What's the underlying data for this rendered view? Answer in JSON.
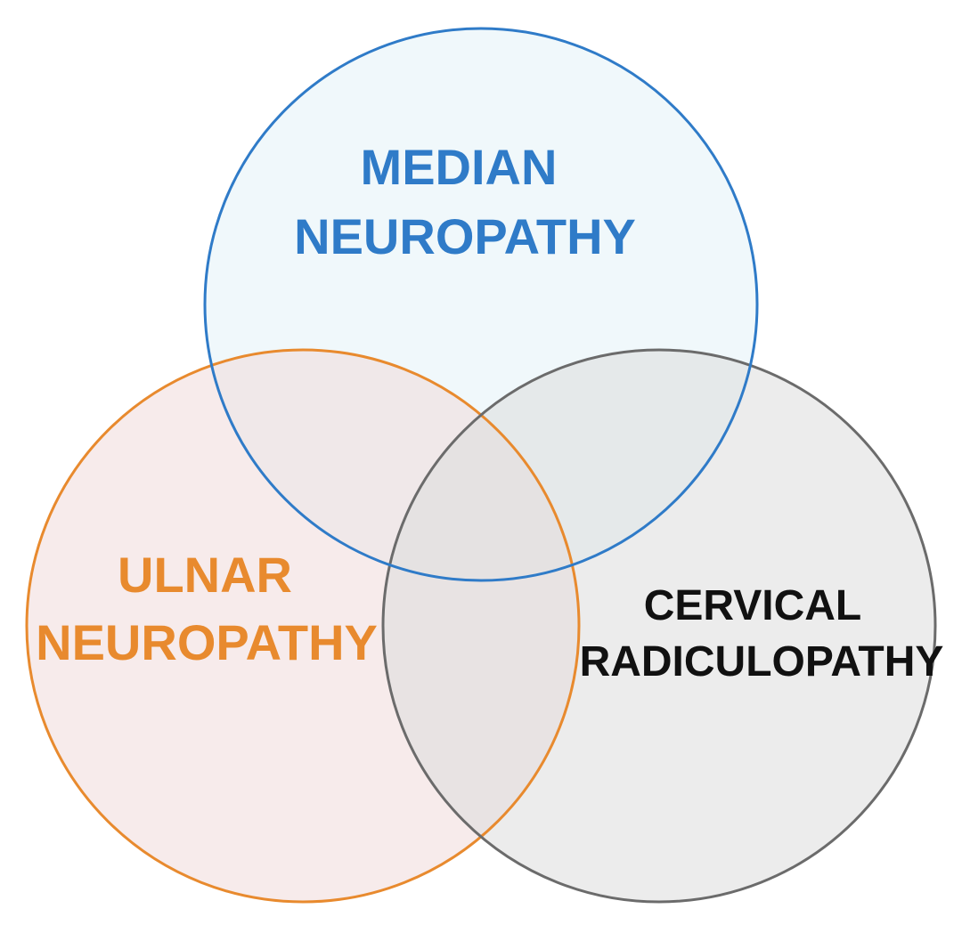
{
  "diagram": {
    "type": "venn",
    "sets": [
      {
        "id": "median",
        "lines": [
          "MEDIAN",
          "NEUROPATHY"
        ],
        "stroke": "#2f7bc8",
        "fill": "#ebf6fa",
        "text_color": "#2f7bc8"
      },
      {
        "id": "ulnar",
        "lines": [
          "ULNAR",
          "NEUROPATHY"
        ],
        "stroke": "#e88a2e",
        "fill": "#f0dada",
        "text_color": "#e88a2e"
      },
      {
        "id": "cervical",
        "lines": [
          "CERVICAL",
          "RADICULOPATHY"
        ],
        "stroke": "#6b6b6b",
        "fill": "#dcdcdc",
        "text_color": "#111111"
      }
    ]
  }
}
